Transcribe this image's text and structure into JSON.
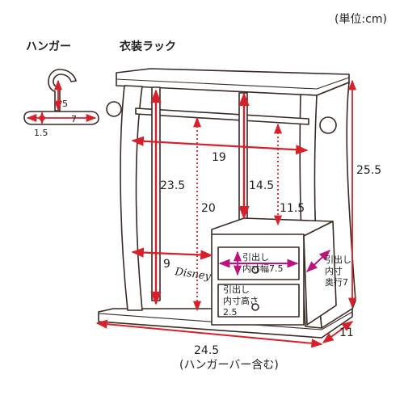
{
  "unit_note": "(単位:cm)",
  "hanger": {
    "title": "ハンガー",
    "height": "5",
    "width": "7",
    "thickness": "1.5"
  },
  "rack": {
    "title": "衣装ラック",
    "inner_width": "19",
    "left_height": "23.5",
    "rod_height": "20",
    "center_height": "14.5",
    "side_height": "11.5",
    "side_width": "9",
    "total_height": "25.5",
    "depth": "11",
    "total_width": "24.5",
    "total_width_note": "(ハンガーバー含む)",
    "drawer_width_l1": "引出し",
    "drawer_width_l2": "内寸幅7.5",
    "drawer_height_l1": "引出し",
    "drawer_height_l2": "内寸高さ",
    "drawer_height_l3": "2.5",
    "drawer_depth_l1": "引出し",
    "drawer_depth_l2": "内寸",
    "drawer_depth_l3": "奥行7",
    "logo_text": "Disney"
  },
  "colors": {
    "red": "#d8202a",
    "magenta": "#c0127e",
    "outline": "#3a2a24"
  }
}
